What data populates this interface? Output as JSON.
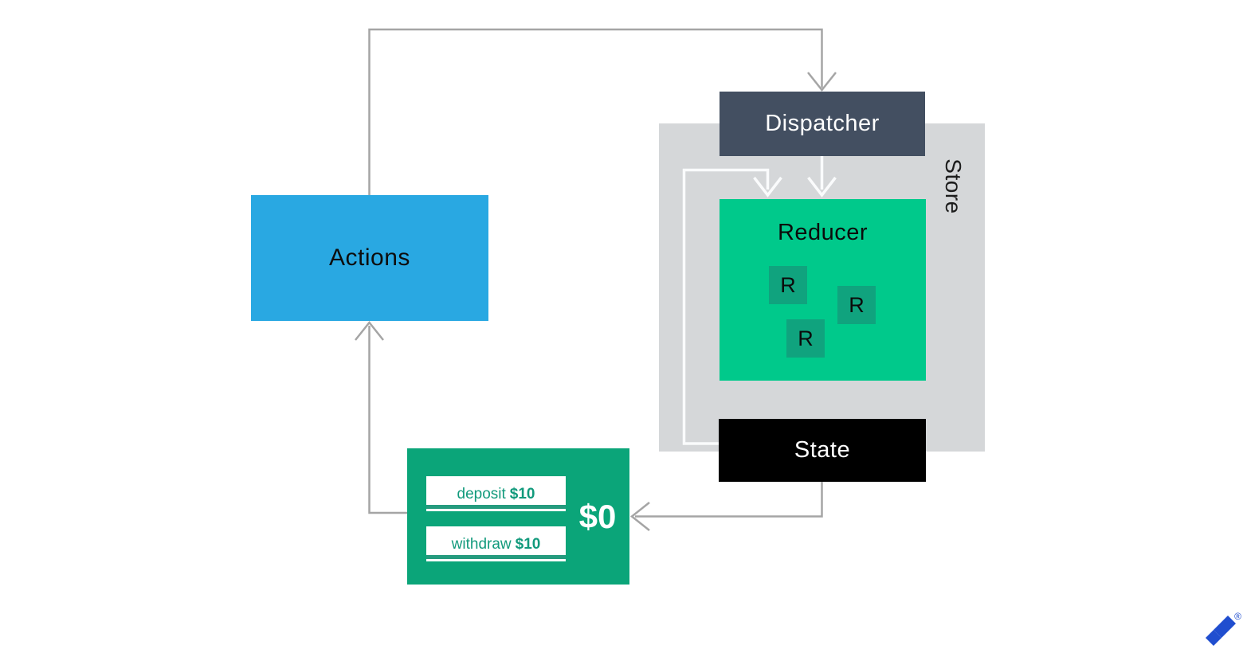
{
  "diagram": {
    "actions": {
      "label": "Actions"
    },
    "dispatcher": {
      "label": "Dispatcher"
    },
    "store": {
      "label": "Store"
    },
    "reducer": {
      "label": "Reducer",
      "units": [
        {
          "label": "R"
        },
        {
          "label": "R"
        },
        {
          "label": "R"
        }
      ]
    },
    "state": {
      "label": "State"
    },
    "wallet": {
      "balance": "$0",
      "buttons": [
        {
          "action": "deposit",
          "amount": "$10"
        },
        {
          "action": "withdraw",
          "amount": "$10"
        }
      ]
    },
    "logo": {
      "registered": "®"
    },
    "colors": {
      "actions_blue": "#29A8E2",
      "dispatcher_slate": "#434F61",
      "store_gray": "#D5D7D9",
      "reducer_green": "#00C98B",
      "reducer_unit_teal": "#10A37E",
      "wallet_green": "#0BA579",
      "wallet_underline_teal": "#259B7E",
      "wallet_text_teal": "#129A7C",
      "state_black": "#000000",
      "line_gray": "#A5A5A5",
      "line_white": "#FAFBFC",
      "logo_blue": "#204ECF"
    }
  }
}
